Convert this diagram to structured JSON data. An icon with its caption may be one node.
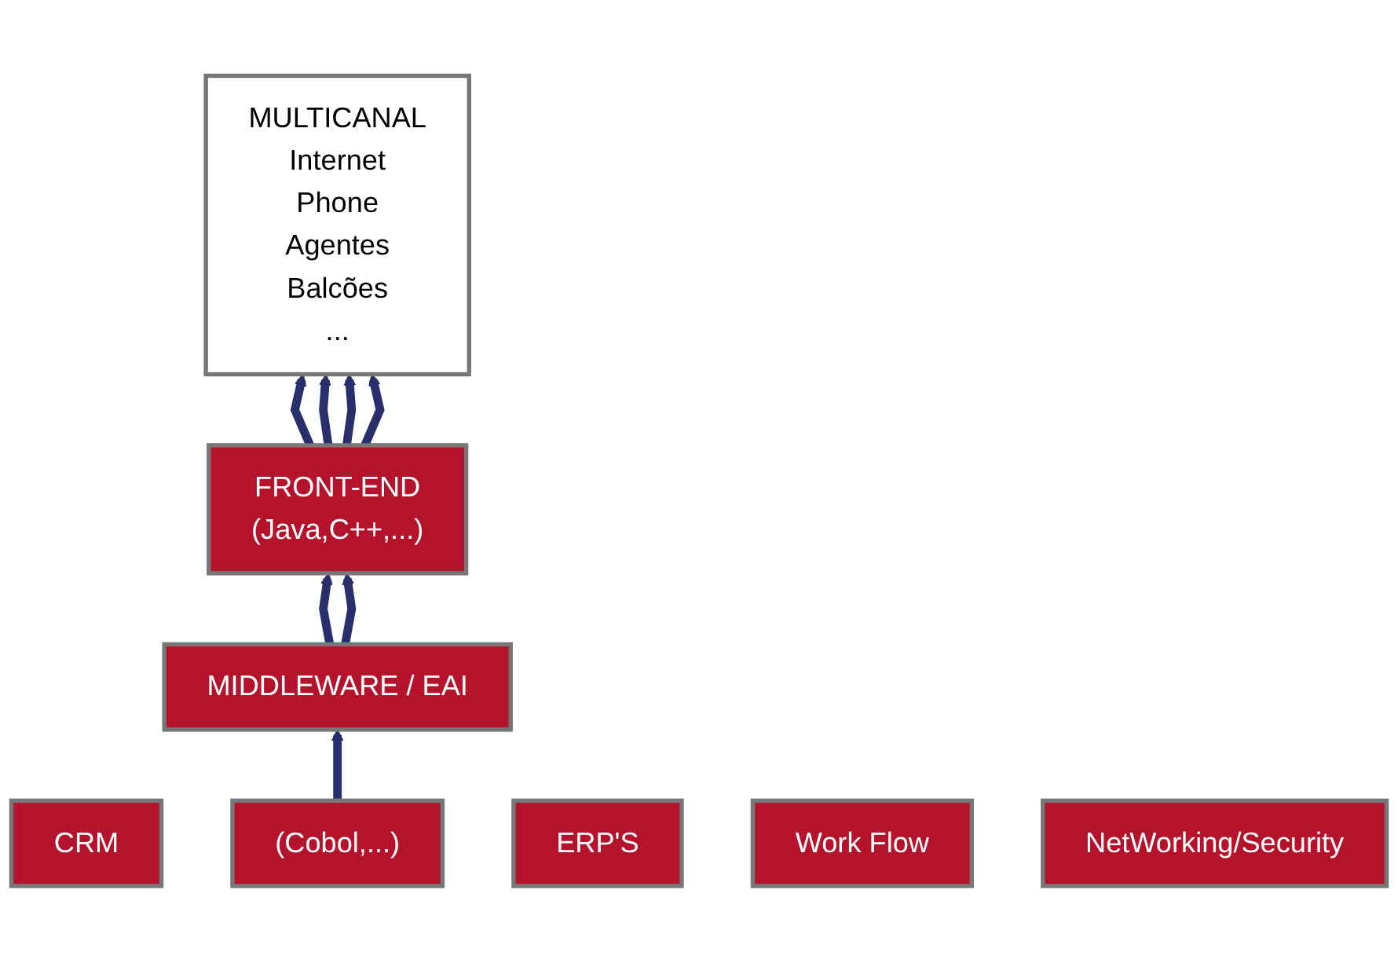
{
  "diagram": {
    "nodes": [
      {
        "text": [
          "MULTICANAL",
          "Internet",
          "Phone",
          "Agentes",
          "Balcões",
          "..."
        ]
      },
      {
        "text": [
          "CRM"
        ]
      },
      {
        "text": [
          "FRONT-END",
          "(Java,C++,...)"
        ]
      },
      {
        "text": [
          "MIDDLEWARE / EAI"
        ]
      },
      {
        "text": [
          "(Cobol,...)"
        ]
      },
      {
        "text": [
          "ERP'S"
        ]
      },
      {
        "text": [
          "Work Flow"
        ]
      },
      {
        "text": [
          "NetWorking/Security"
        ]
      }
    ],
    "edges": [
      {
        "from": 4,
        "to": 3,
        "arrow": "to"
      },
      {
        "from": 3,
        "to": 2,
        "arrow": "to"
      },
      {
        "from": 3,
        "to": 2,
        "arrow": "to"
      },
      {
        "from": 2,
        "to": 0,
        "arrow": "to"
      },
      {
        "from": 2,
        "to": 0,
        "arrow": "to"
      },
      {
        "from": 2,
        "to": 0,
        "arrow": "to"
      },
      {
        "from": 2,
        "to": 0,
        "arrow": "to"
      }
    ]
  }
}
